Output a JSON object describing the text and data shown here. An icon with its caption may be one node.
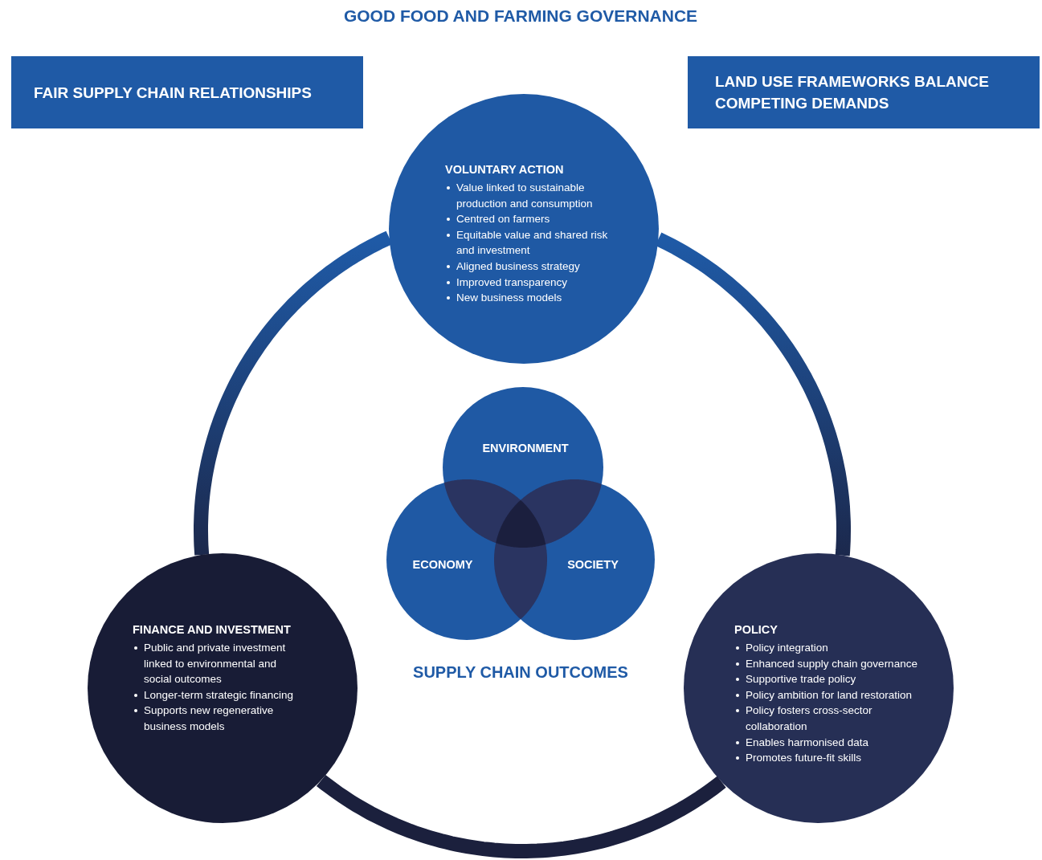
{
  "diagram": {
    "title": "GOOD FOOD AND FARMING GOVERNANCE",
    "nodes": [
      {
        "text": [
          "FAIR SUPPLY CHAIN RELATIONSHIPS"
        ]
      },
      {
        "text": [
          "LAND USE FRAMEWORKS BALANCE COMPETING DEMANDS"
        ]
      },
      {
        "text": [
          "VOLUNTARY ACTION",
          "Value linked to sustainable production and consumption",
          "Centred on farmers",
          "Equitable value and shared risk and investment",
          "Aligned business strategy",
          "Improved transparency",
          "New business models"
        ]
      },
      {
        "text": [
          "ENVIRONMENT"
        ]
      },
      {
        "text": [
          "ECONOMY"
        ]
      },
      {
        "text": [
          "SOCIETY"
        ]
      },
      {
        "text": [
          "FINANCE AND INVESTMENT",
          "Public and private investment linked to environmental and social outcomes",
          "Longer-term strategic financing",
          "Supports new regenerative business models"
        ]
      },
      {
        "text": [
          "POLICY",
          "Policy integration",
          "Enhanced supply chain governance",
          "Supportive trade policy",
          "Policy ambition for land restoration",
          "Policy fosters cross-sector collaboration",
          "Enables harmonised data",
          "Promotes future-fit skills"
        ]
      }
    ],
    "edges": [
      {
        "from": 6,
        "to": 2,
        "arrow": "none"
      },
      {
        "from": 2,
        "to": 7,
        "arrow": "none"
      },
      {
        "from": 6,
        "to": 7,
        "arrow": "none"
      }
    ],
    "labels": [
      "SUPPLY CHAIN OUTCOMES"
    ]
  }
}
